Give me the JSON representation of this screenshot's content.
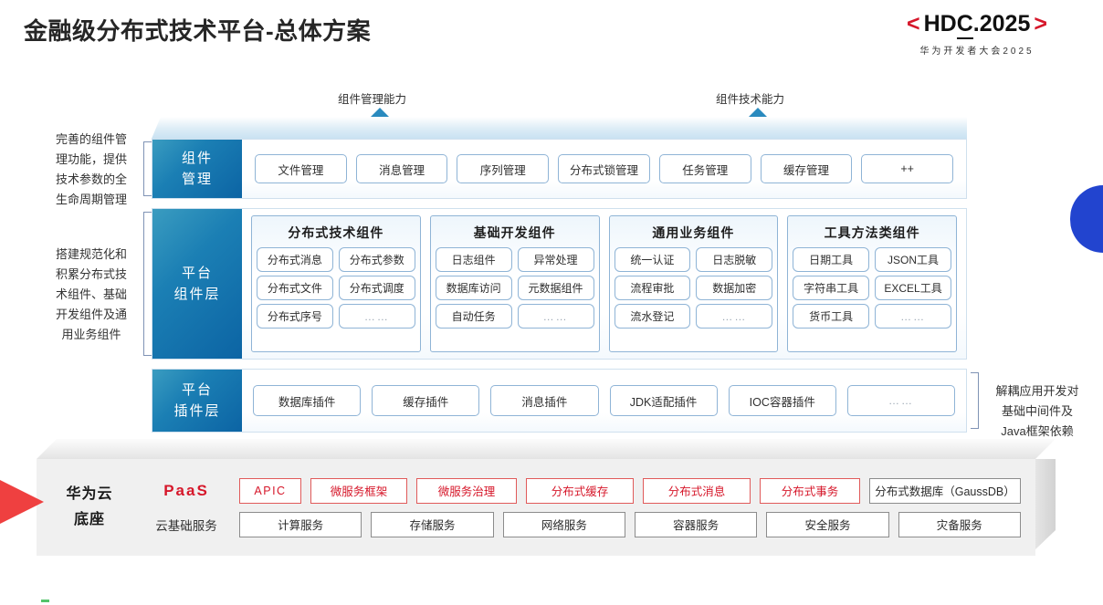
{
  "header": {
    "title": "金融级分布式技术平台-总体方案",
    "logo": {
      "bracket_left": "<",
      "main": "HD",
      "underlined": "C",
      "main_tail": ".2025",
      "bracket_right": ">",
      "subtitle": "华为开发者大会2025",
      "bracket_color": "#d6172a"
    }
  },
  "capabilities": [
    {
      "label": "组件管理能力"
    },
    {
      "label": "组件技术能力"
    }
  ],
  "side_notes": {
    "left": [
      "完善的组件管\n理功能，提供\n技术参数的全\n生命周期管理",
      "搭建规范化和\n积累分布式技\n术组件、基础\n开发组件及通\n用业务组件"
    ],
    "left_lines_1": [
      "完善的组件管",
      "理功能，提供",
      "技术参数的全",
      "生命周期管理"
    ],
    "left_lines_2": [
      "搭建规范化和",
      "积累分布式技",
      "术组件、基础",
      "开发组件及通",
      "用业务组件"
    ],
    "right_lines": [
      "解耦应用开发对",
      "基础中间件及",
      "Java框架依赖"
    ]
  },
  "layers": {
    "management": {
      "label_lines": [
        "组件",
        "管理"
      ],
      "items": [
        "文件管理",
        "消息管理",
        "序列管理",
        "分布式锁管理",
        "任务管理",
        "缓存管理",
        "++"
      ]
    },
    "components": {
      "label_lines": [
        "平台",
        "组件层"
      ],
      "groups": [
        {
          "title": "分布式技术组件",
          "items": [
            "分布式消息",
            "分布式参数",
            "分布式文件",
            "分布式调度",
            "分布式序号",
            "……"
          ]
        },
        {
          "title": "基础开发组件",
          "items": [
            "日志组件",
            "异常处理",
            "数据库访问",
            "元数据组件",
            "自动任务",
            "……"
          ]
        },
        {
          "title": "通用业务组件",
          "items": [
            "统一认证",
            "日志脱敏",
            "流程审批",
            "数据加密",
            "流水登记",
            "……"
          ]
        },
        {
          "title": "工具方法类组件",
          "items": [
            "日期工具",
            "JSON工具",
            "字符串工具",
            "EXCEL工具",
            "货币工具",
            "……"
          ]
        }
      ]
    },
    "plugins": {
      "label_lines": [
        "平台",
        "插件层"
      ],
      "items": [
        "数据库插件",
        "缓存插件",
        "消息插件",
        "JDK适配插件",
        "IOC容器插件",
        "……"
      ]
    }
  },
  "base": {
    "name_lines": [
      "华为云",
      "底座"
    ],
    "paas": {
      "tag": "PaaS",
      "items": [
        {
          "label": "APIC",
          "style": "red"
        },
        {
          "label": "微服务框架",
          "style": "red"
        },
        {
          "label": "微服务治理",
          "style": "red"
        },
        {
          "label": "分布式缓存",
          "style": "red"
        },
        {
          "label": "分布式消息",
          "style": "red"
        },
        {
          "label": "分布式事务",
          "style": "red"
        },
        {
          "label": "分布式数据库（GaussDB）",
          "style": "gray"
        }
      ]
    },
    "cloud": {
      "tag": "云基础服务",
      "items": [
        {
          "label": "计算服务",
          "style": "gray"
        },
        {
          "label": "存储服务",
          "style": "gray"
        },
        {
          "label": "网络服务",
          "style": "gray"
        },
        {
          "label": "容器服务",
          "style": "gray"
        },
        {
          "label": "安全服务",
          "style": "gray"
        },
        {
          "label": "灾备服务",
          "style": "gray"
        }
      ]
    }
  },
  "colors": {
    "accent_blue": "#0c64a4",
    "accent_red": "#d6172a",
    "decor_blue": "#2244cf",
    "decor_red": "#ef4040",
    "chip_border": "#8fb4d6"
  }
}
